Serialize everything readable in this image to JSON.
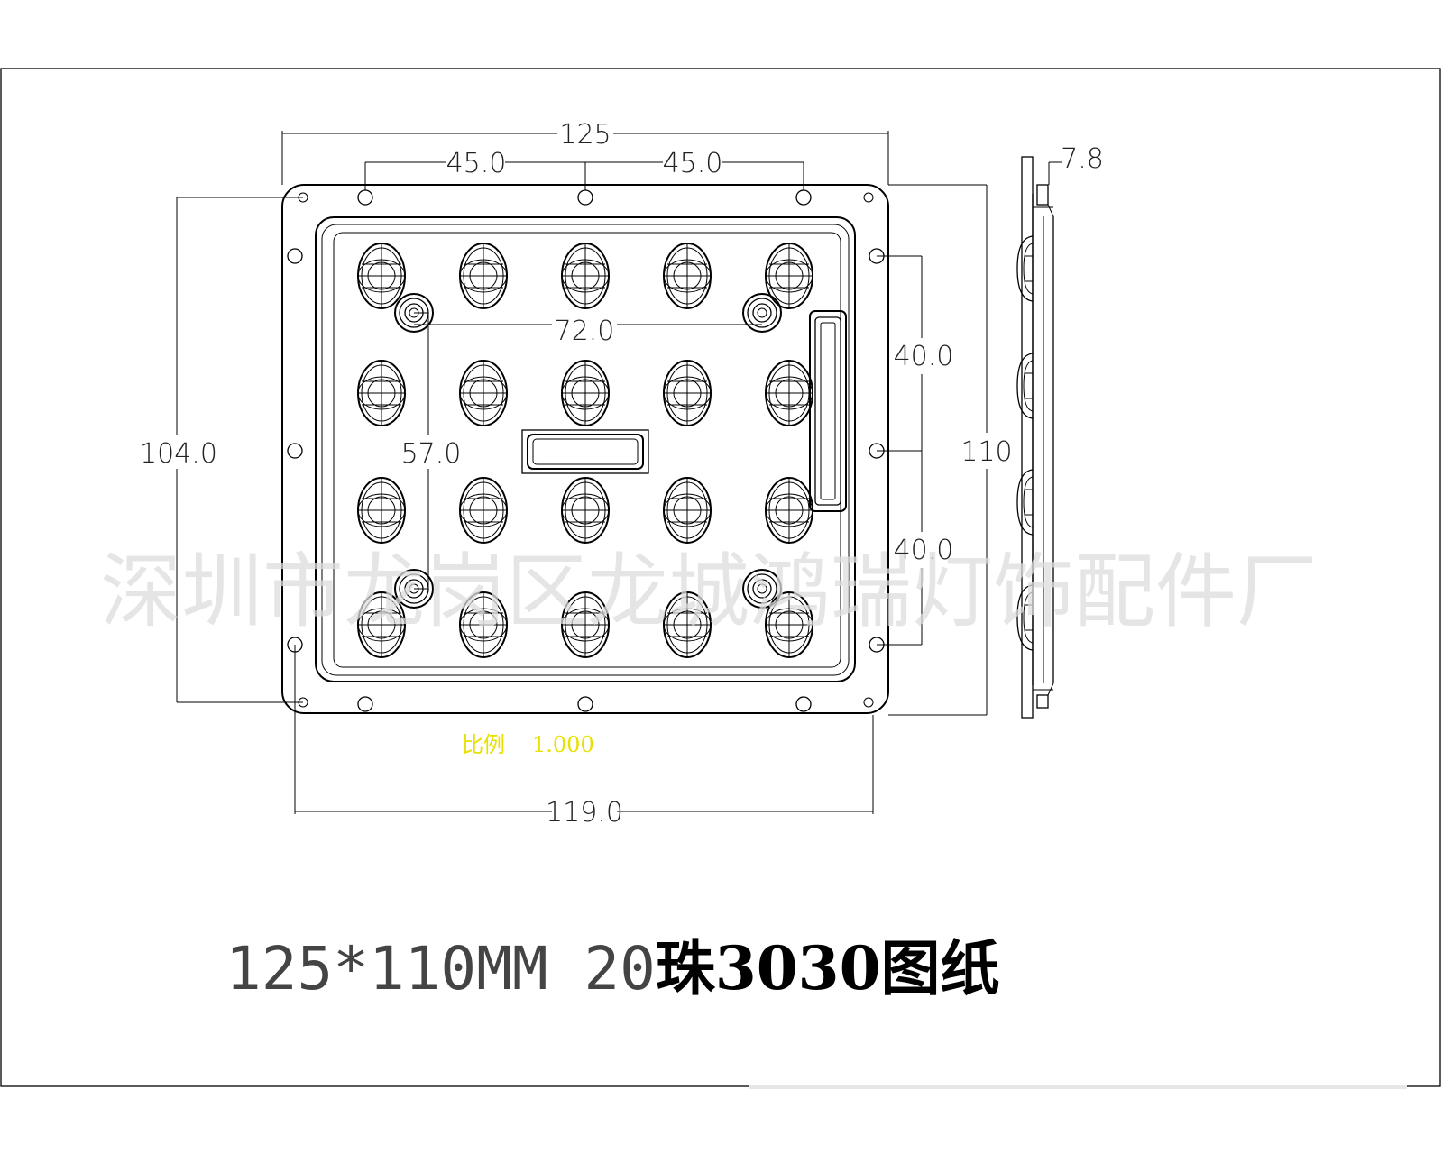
{
  "drawing": {
    "dimensions": {
      "overall_width": "125",
      "left_spacing": "45.0",
      "right_spacing": "45.0",
      "mount_hole_spacing_h": "72.0",
      "mount_hole_spacing_v": "57.0",
      "left_height": "104.0",
      "right_upper": "40.0",
      "right_lower": "40.0",
      "overall_height": "110",
      "bottom_width": "119.0",
      "side_thickness": "7.8"
    },
    "watermark": "深圳市龙岗区龙城鸿瑞灯饰配件厂",
    "scale_label": "比例",
    "scale_value": "1.000",
    "title_prefix": "125*110MM 20",
    "title_suffix": "珠3030图纸"
  }
}
